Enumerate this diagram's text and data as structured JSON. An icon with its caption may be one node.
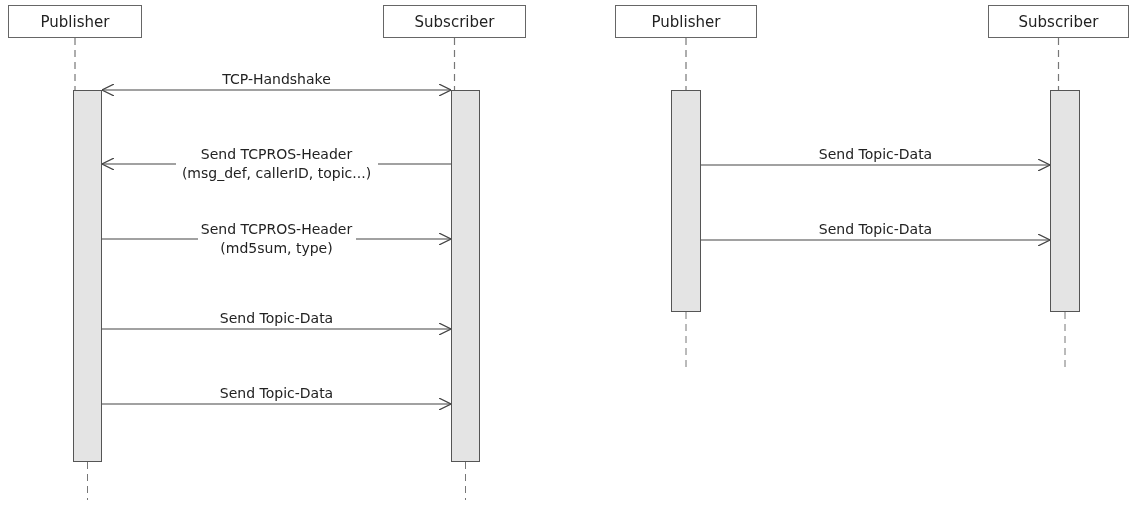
{
  "diagram": {
    "nodes": [
      {
        "text": [
          "Publisher"
        ]
      },
      {
        "text": [
          "Subscriber"
        ]
      },
      {
        "text": [
          "Publisher"
        ]
      },
      {
        "text": [
          "Subscriber"
        ]
      },
      {
        "text": [],
        "shape": "bar"
      },
      {
        "text": [],
        "shape": "bar"
      },
      {
        "text": [],
        "shape": "bar"
      },
      {
        "text": [],
        "shape": "bar"
      }
    ],
    "edges": [
      {
        "from": 0,
        "to": 4,
        "arrow": "none",
        "style": "dashed"
      },
      {
        "from": 1,
        "to": 5,
        "arrow": "none",
        "style": "dashed"
      },
      {
        "from": 2,
        "to": 6,
        "arrow": "none",
        "style": "dashed"
      },
      {
        "from": 3,
        "to": 7,
        "arrow": "none",
        "style": "dashed"
      },
      {
        "from": 4,
        "to": 5,
        "arrow": "both",
        "label": "TCP-Handshake"
      },
      {
        "from": 5,
        "to": 4,
        "arrow": "to",
        "label": "Send TCPROS-Header (msg_def, callerID, topic...)"
      },
      {
        "from": 4,
        "to": 5,
        "arrow": "to",
        "label": "Send TCPROS-Header (md5sum, type)"
      },
      {
        "from": 4,
        "to": 5,
        "arrow": "to",
        "label": "Send Topic-Data"
      },
      {
        "from": 4,
        "to": 5,
        "arrow": "to",
        "label": "Send Topic-Data"
      },
      {
        "from": 6,
        "to": 7,
        "arrow": "to",
        "label": "Send Topic-Data"
      },
      {
        "from": 6,
        "to": 7,
        "arrow": "to",
        "label": "Send Topic-Data"
      }
    ]
  }
}
